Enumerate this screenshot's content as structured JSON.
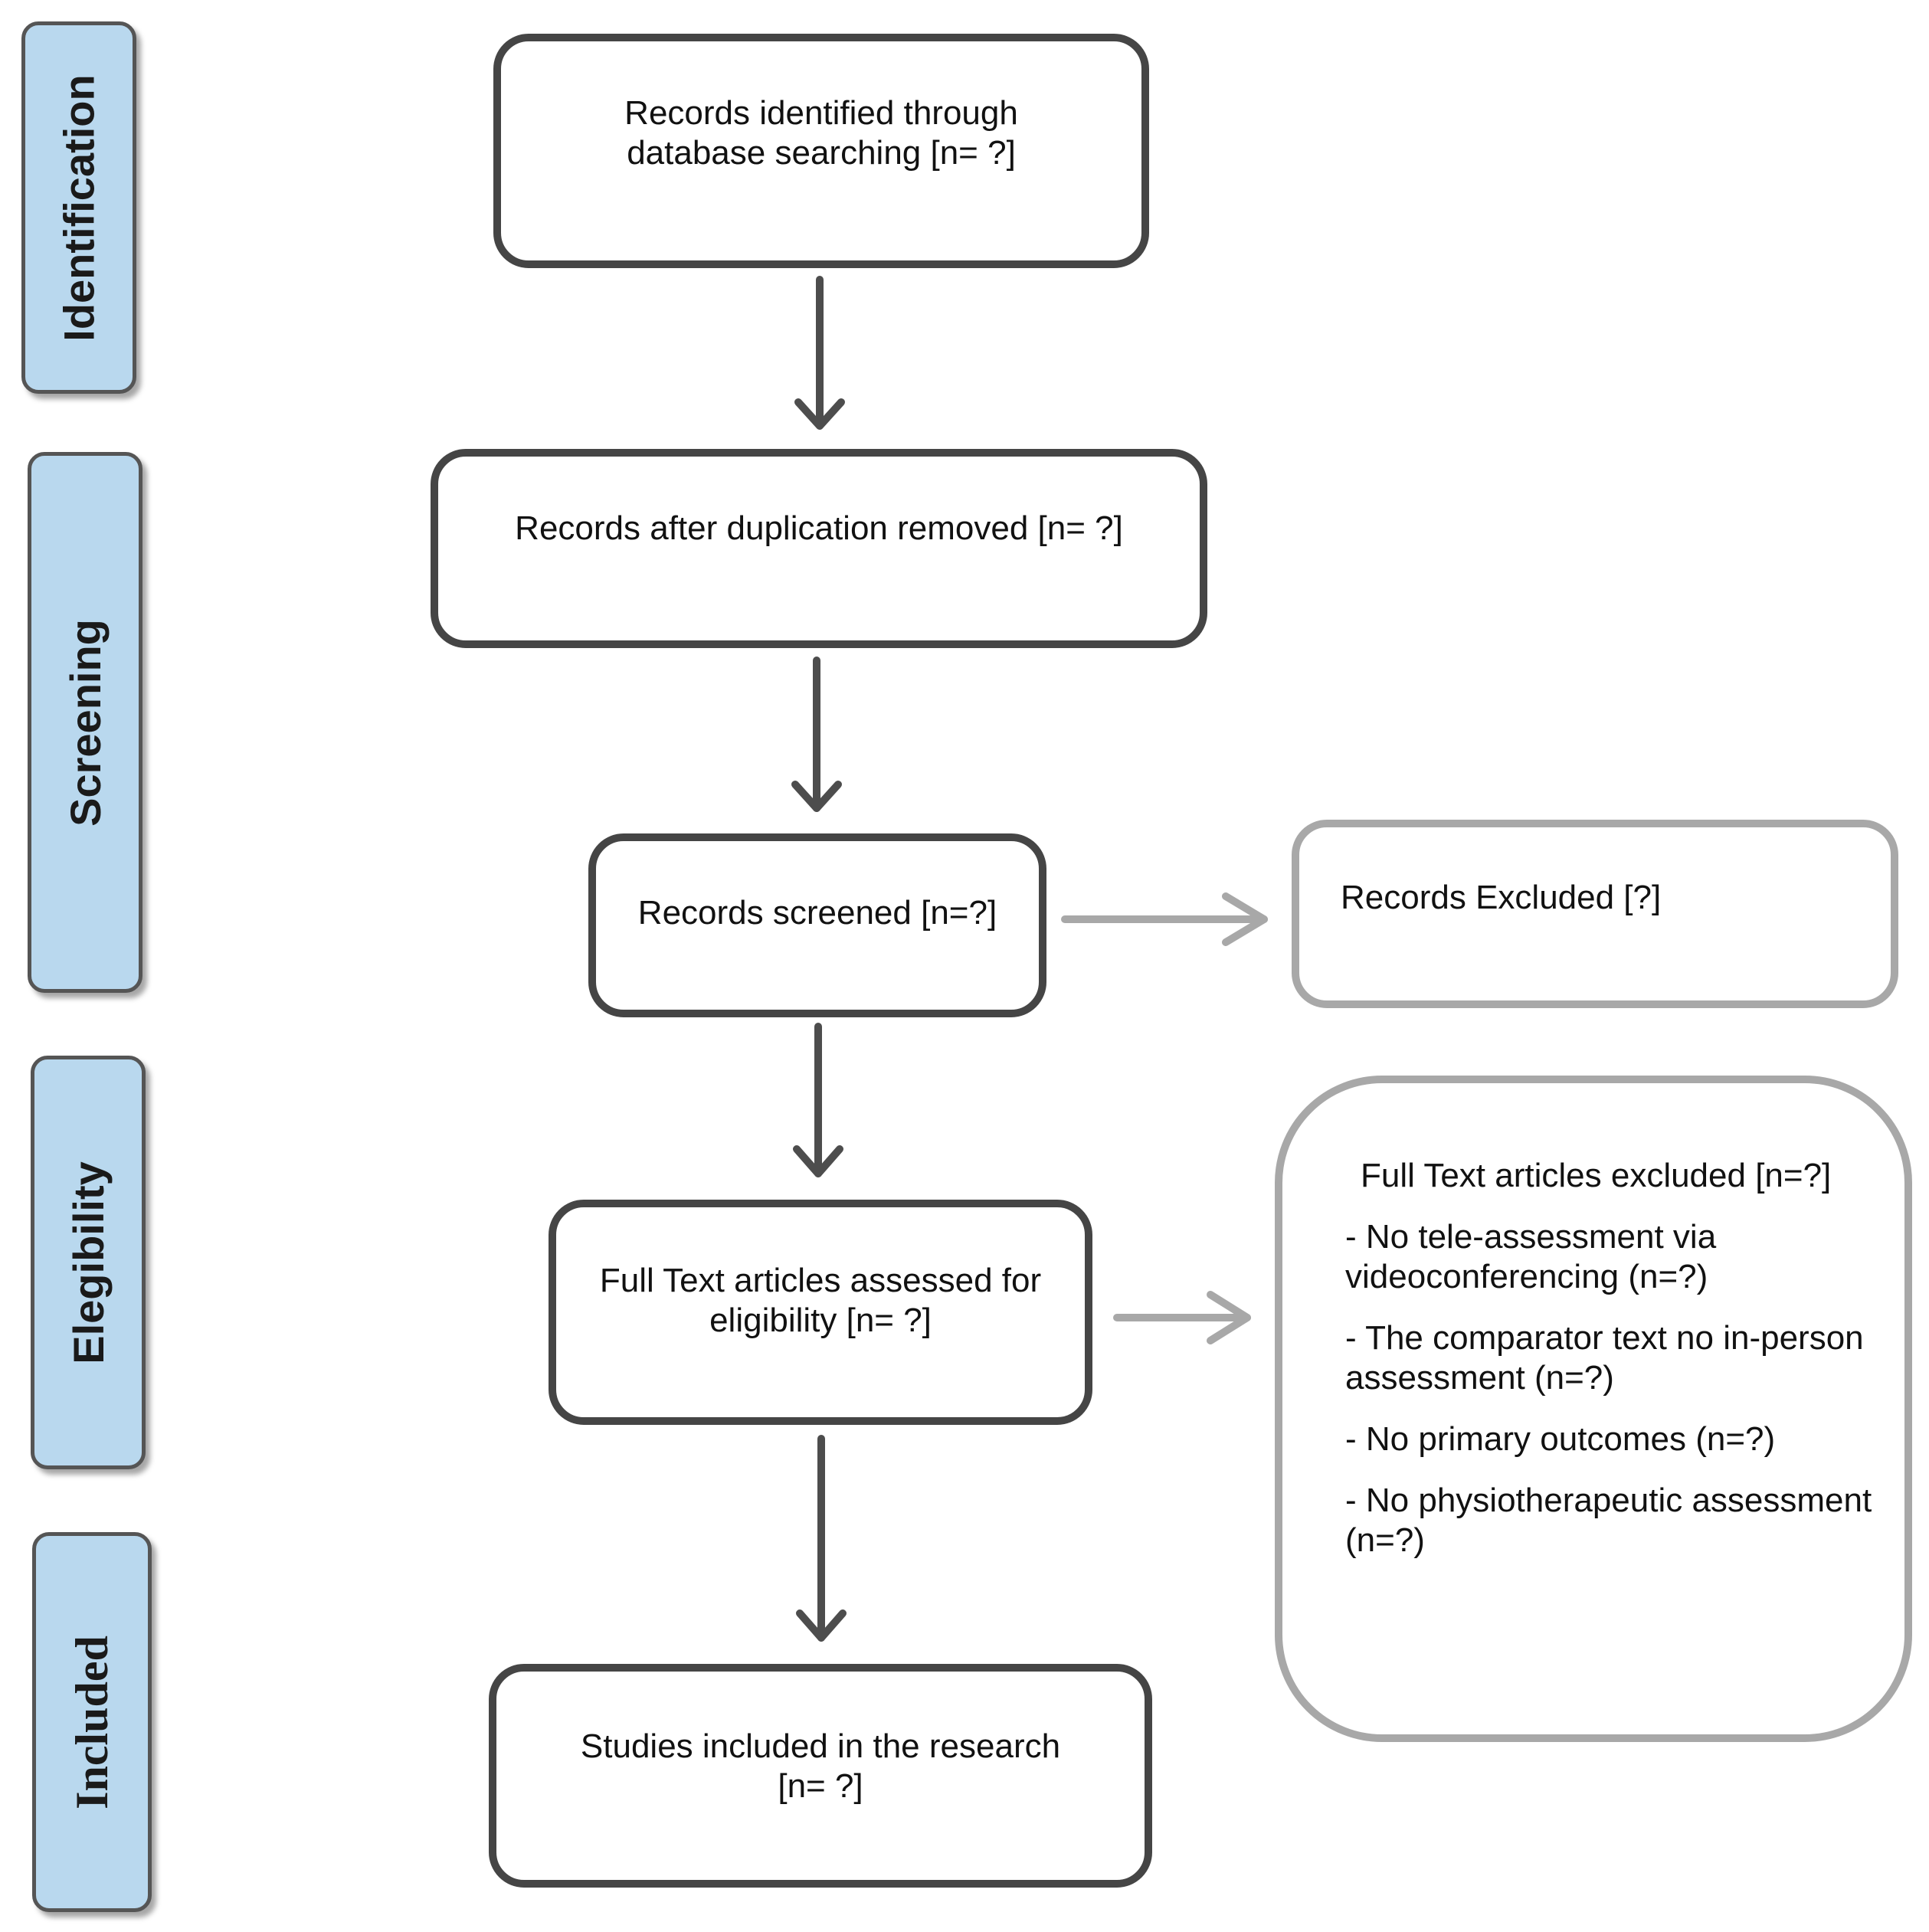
{
  "phases": {
    "identification": "Identification",
    "screening": "Screening",
    "elegibility": "Elegibility",
    "included": "Included"
  },
  "boxes": {
    "identified": "Records identified through database searching [n= ?]",
    "after_dup": "Records after duplication removed [n= ?]",
    "screened": "Records screened [n=?]",
    "excluded": "Records Excluded [?]",
    "fulltext": "Full Text articles assessed for eligibility [n= ?]",
    "included": "Studies included in the research [n= ?]"
  },
  "fulltext_excluded": {
    "title": "Full Text articles excluded [n=?]",
    "items": [
      "- No tele-assessment via videoconferencing (n=?)",
      "- The comparator text no in-person assessment (n=?)",
      "- No primary outcomes (n=?)",
      "- No physiotherapeutic assessment (n=?)"
    ]
  },
  "colors": {
    "phase_fill": "#b9d8ee",
    "main_border": "#454545",
    "side_border": "#a8a8a8"
  }
}
